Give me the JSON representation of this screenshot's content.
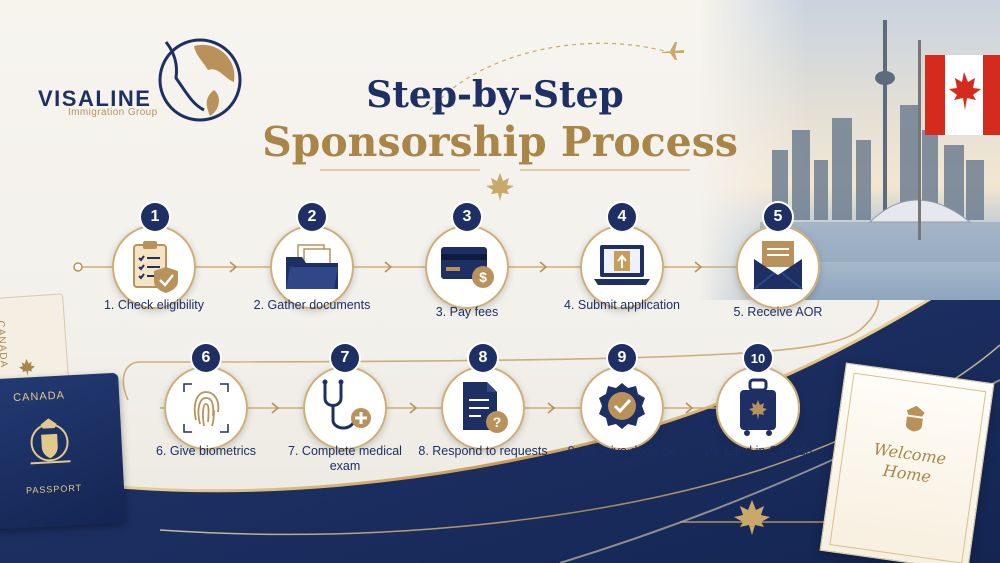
{
  "brand": {
    "name": "VISALINE",
    "tagline": "Immigration Group"
  },
  "title": {
    "line1": "Step-by-Step",
    "line2": "Sponsorship Process"
  },
  "steps": [
    {
      "number": "1",
      "label": "1. Check eligibility",
      "icon": "clipboard-check-icon"
    },
    {
      "number": "2",
      "label": "2. Gather documents",
      "icon": "folder-icon"
    },
    {
      "number": "3",
      "label": "3. Pay fees",
      "icon": "credit-card-icon"
    },
    {
      "number": "4",
      "label": "4. Submit application",
      "icon": "laptop-upload-icon"
    },
    {
      "number": "5",
      "label": "5. Receive AOR",
      "icon": "envelope-letter-icon"
    },
    {
      "number": "6",
      "label": "6. Give biometrics",
      "icon": "fingerprint-icon"
    },
    {
      "number": "7",
      "label": "7. Complete medical exam",
      "icon": "stethoscope-icon"
    },
    {
      "number": "8",
      "label": "8. Respond to requests",
      "icon": "document-question-icon"
    },
    {
      "number": "9",
      "label": "9. Receive decision",
      "icon": "approved-seal-icon"
    },
    {
      "number": "10",
      "label": "10. Land in Canada",
      "icon": "suitcase-maple-icon"
    }
  ],
  "passport": {
    "country_top": "CANADA",
    "country": "CANADA",
    "word": "PASSPORT"
  },
  "card": {
    "line1": "Welcome",
    "line2": "Home"
  },
  "colors": {
    "navy": "#1d2f63",
    "gold": "#b8925a",
    "flag_red": "#d52b1e"
  }
}
